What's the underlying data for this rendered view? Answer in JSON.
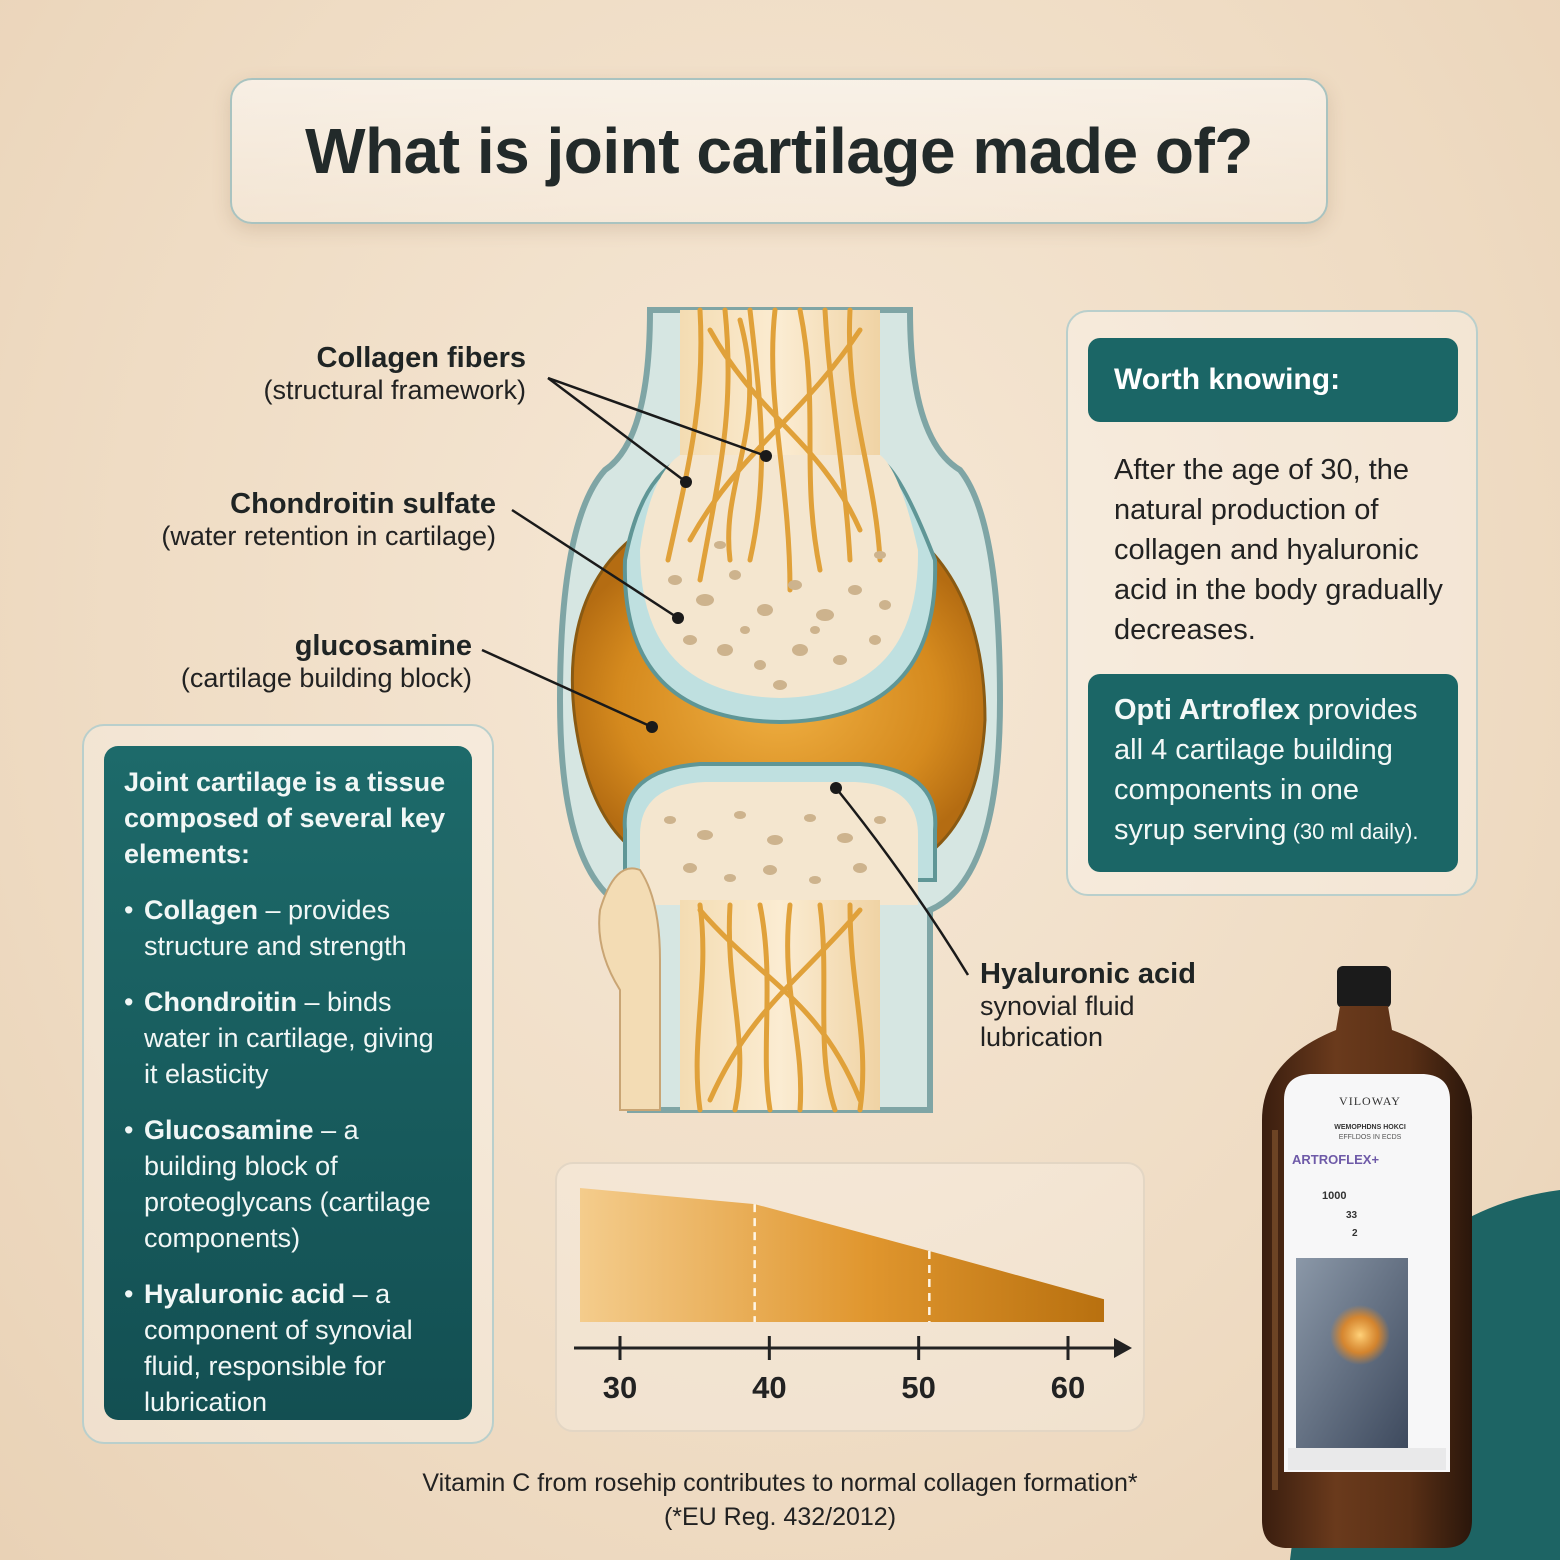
{
  "title": "What is joint cartilage made of?",
  "labels": {
    "collagen": {
      "title": "Collagen fibers",
      "sub": "(structural framework)"
    },
    "chondroitin": {
      "title": "Chondroitin sulfate",
      "sub": "(water retention in cartilage)"
    },
    "glucosamine": {
      "title": "glucosamine",
      "sub": "(cartilage building block)"
    },
    "hyaluronic": {
      "title": "Hyaluronic acid",
      "sub1": "synovial fluid",
      "sub2": "lubrication"
    }
  },
  "left_panel": {
    "intro": "Joint cartilage is a tissue composed of several key elements:",
    "items": [
      {
        "term": "Collagen",
        "text": " – provides structure and strength"
      },
      {
        "term": "Chondroitin",
        "text": " – binds water in cartilage, giving it elasticity"
      },
      {
        "term": "Glucosamine",
        "text": " – a building block of proteoglycans (cartilage components)"
      },
      {
        "term": "Hyaluronic acid",
        "text": " – a component of synovial fluid, responsible for lubrication"
      }
    ]
  },
  "worth_knowing": {
    "heading": "Worth knowing:",
    "body": "After the age of 30, the natural production of collagen and hyaluronic acid in the body gradually decreases.",
    "product": "Opti Artroflex",
    "product_text": " provides all 4 cartilage building components in one syrup serving",
    "dose": " (30 ml daily)."
  },
  "chart_data": {
    "type": "area",
    "x": [
      30,
      40,
      50,
      60
    ],
    "values": [
      100,
      88,
      53,
      17
    ],
    "xticks": [
      "30",
      "40",
      "50",
      "60"
    ],
    "title": "",
    "xlabel": "",
    "ylabel": "",
    "ylim": [
      0,
      100
    ]
  },
  "bottle": {
    "brand": "VILOWAY",
    "line1": "WEMOPHDNS HOKCI",
    "line2": "EFFLDOS IN ECDS",
    "name": "ARTROFLEX+",
    "volume": "1000",
    "n1": "33",
    "n2": "2"
  },
  "footnote": {
    "line1": "Vitamin C from rosehip contributes to normal collagen formation*",
    "line2": "(*EU Reg. 432/2012)"
  }
}
